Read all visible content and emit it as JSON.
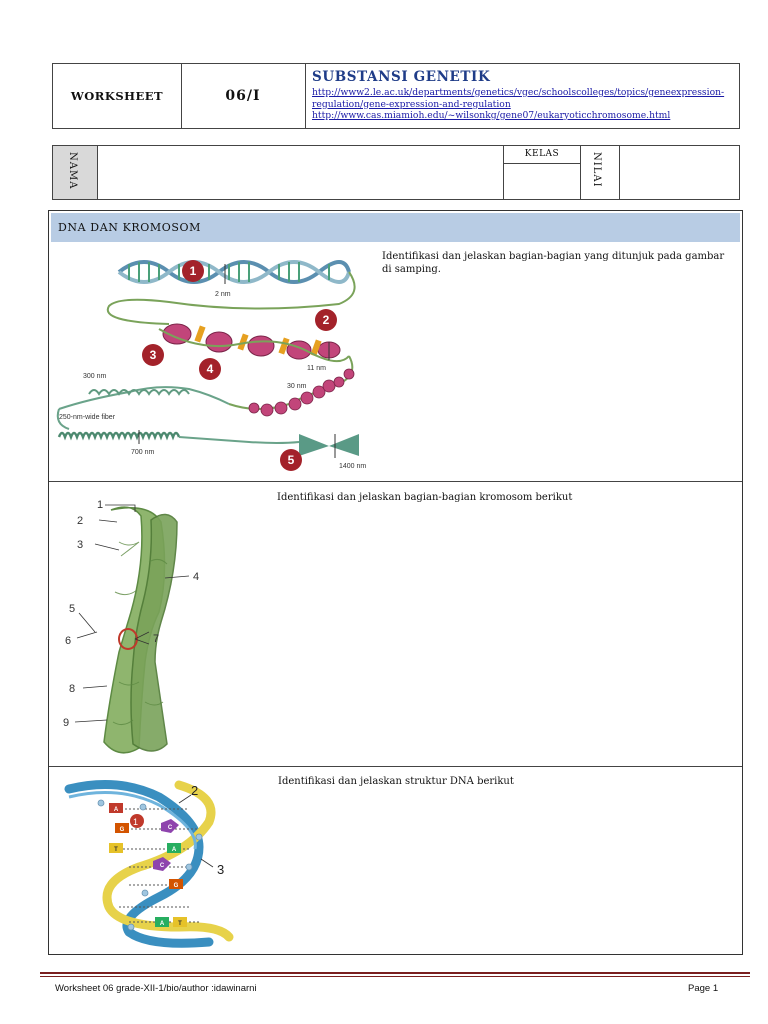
{
  "header": {
    "worksheet_label": "WORKSHEET",
    "number": "06/I",
    "title": "SUBSTANSI GENETIK",
    "link1a": "http://www2.le.ac.uk/departments/genetics/vgec/schoolscolleges/topics/geneexpression-",
    "link1b": "regulation/gene-expression-and-regulation",
    "link2": "http://www.cas.miamioh.edu/~wilsonkg/gene07/eukaryoticchromosome.html"
  },
  "student": {
    "nama_label": "NAMA",
    "kelas_label": "KELAS",
    "nilai_label": "NILAI",
    "nama_value": "",
    "kelas_value": "",
    "nilai_value": ""
  },
  "section": {
    "title": "DNA DAN KROMOSOM"
  },
  "questions": [
    {
      "text": "Identifikasi dan jelaskan bagian-bagian yang ditunjuk pada gambar di samping."
    },
    {
      "text": "Identifikasi dan jelaskan bagian-bagian kromosom berikut"
    },
    {
      "text": "Identifikasi dan jelaskan struktur DNA berikut"
    }
  ],
  "figure1": {
    "markers": [
      "1",
      "2",
      "3",
      "4",
      "5"
    ],
    "labels": {
      "nm2": "2 nm",
      "nm11": "11 nm",
      "nm30": "30 nm",
      "nm300": "300 nm",
      "fiber": "250-nm-wide fiber",
      "nm700": "700 nm",
      "nm1400": "1400 nm"
    },
    "colors": {
      "marker": "#a3222a",
      "helix": "#5b8fb0",
      "nucleosome": "#c2457a",
      "linker": "#e6a020"
    }
  },
  "figure2": {
    "labels": [
      "1",
      "2",
      "3",
      "4",
      "5",
      "6",
      "7",
      "8",
      "9"
    ],
    "colors": {
      "chromosome": "#7aa35a",
      "centromere": "#c0392b"
    }
  },
  "figure3": {
    "labels": [
      "1",
      "2",
      "3"
    ],
    "bases": [
      "A",
      "G",
      "C",
      "T",
      "A",
      "C",
      "G",
      "A",
      "T"
    ],
    "colors": {
      "strand_blue": "#3a8fc0",
      "strand_yellow": "#e7d24a"
    }
  },
  "footer": {
    "left": "Worksheet 06 grade-XII-1/bio/author :idawinarni",
    "right": "Page 1"
  }
}
